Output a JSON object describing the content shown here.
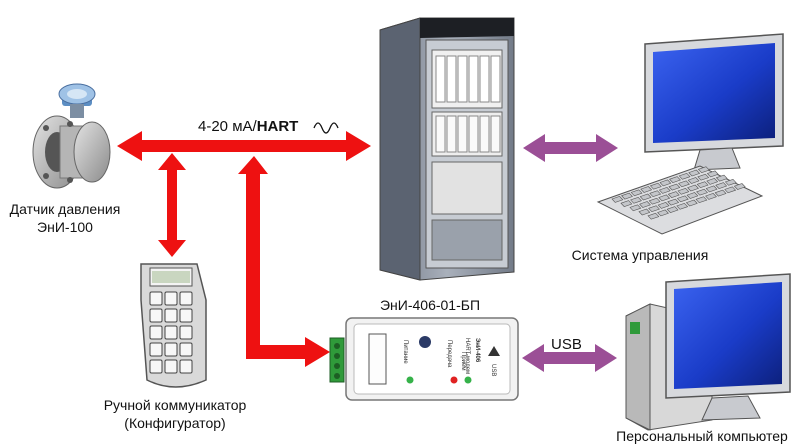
{
  "protocol": {
    "current": "4-20 мА/",
    "hart": "HART"
  },
  "sensor": {
    "line1": "Датчик давления",
    "line2": "ЭнИ-100"
  },
  "control_system": {
    "label": "Система управления"
  },
  "handheld": {
    "line1": "Ручной коммуникатор",
    "line2": "(Конфигуратор)"
  },
  "modem": {
    "label": "ЭнИ-406-01-БП",
    "panel_text": [
      "USB",
      "ЭнИ-406",
      "HART-модем",
      "Питание",
      "Передача",
      "Прием"
    ]
  },
  "usb_link": {
    "label": "USB"
  },
  "pc": {
    "label": "Персональный компьютер"
  },
  "colors": {
    "hart_arrow": "#ee1111",
    "usb_arrow": "#9b4f96",
    "screen": "#1a3cc8"
  }
}
